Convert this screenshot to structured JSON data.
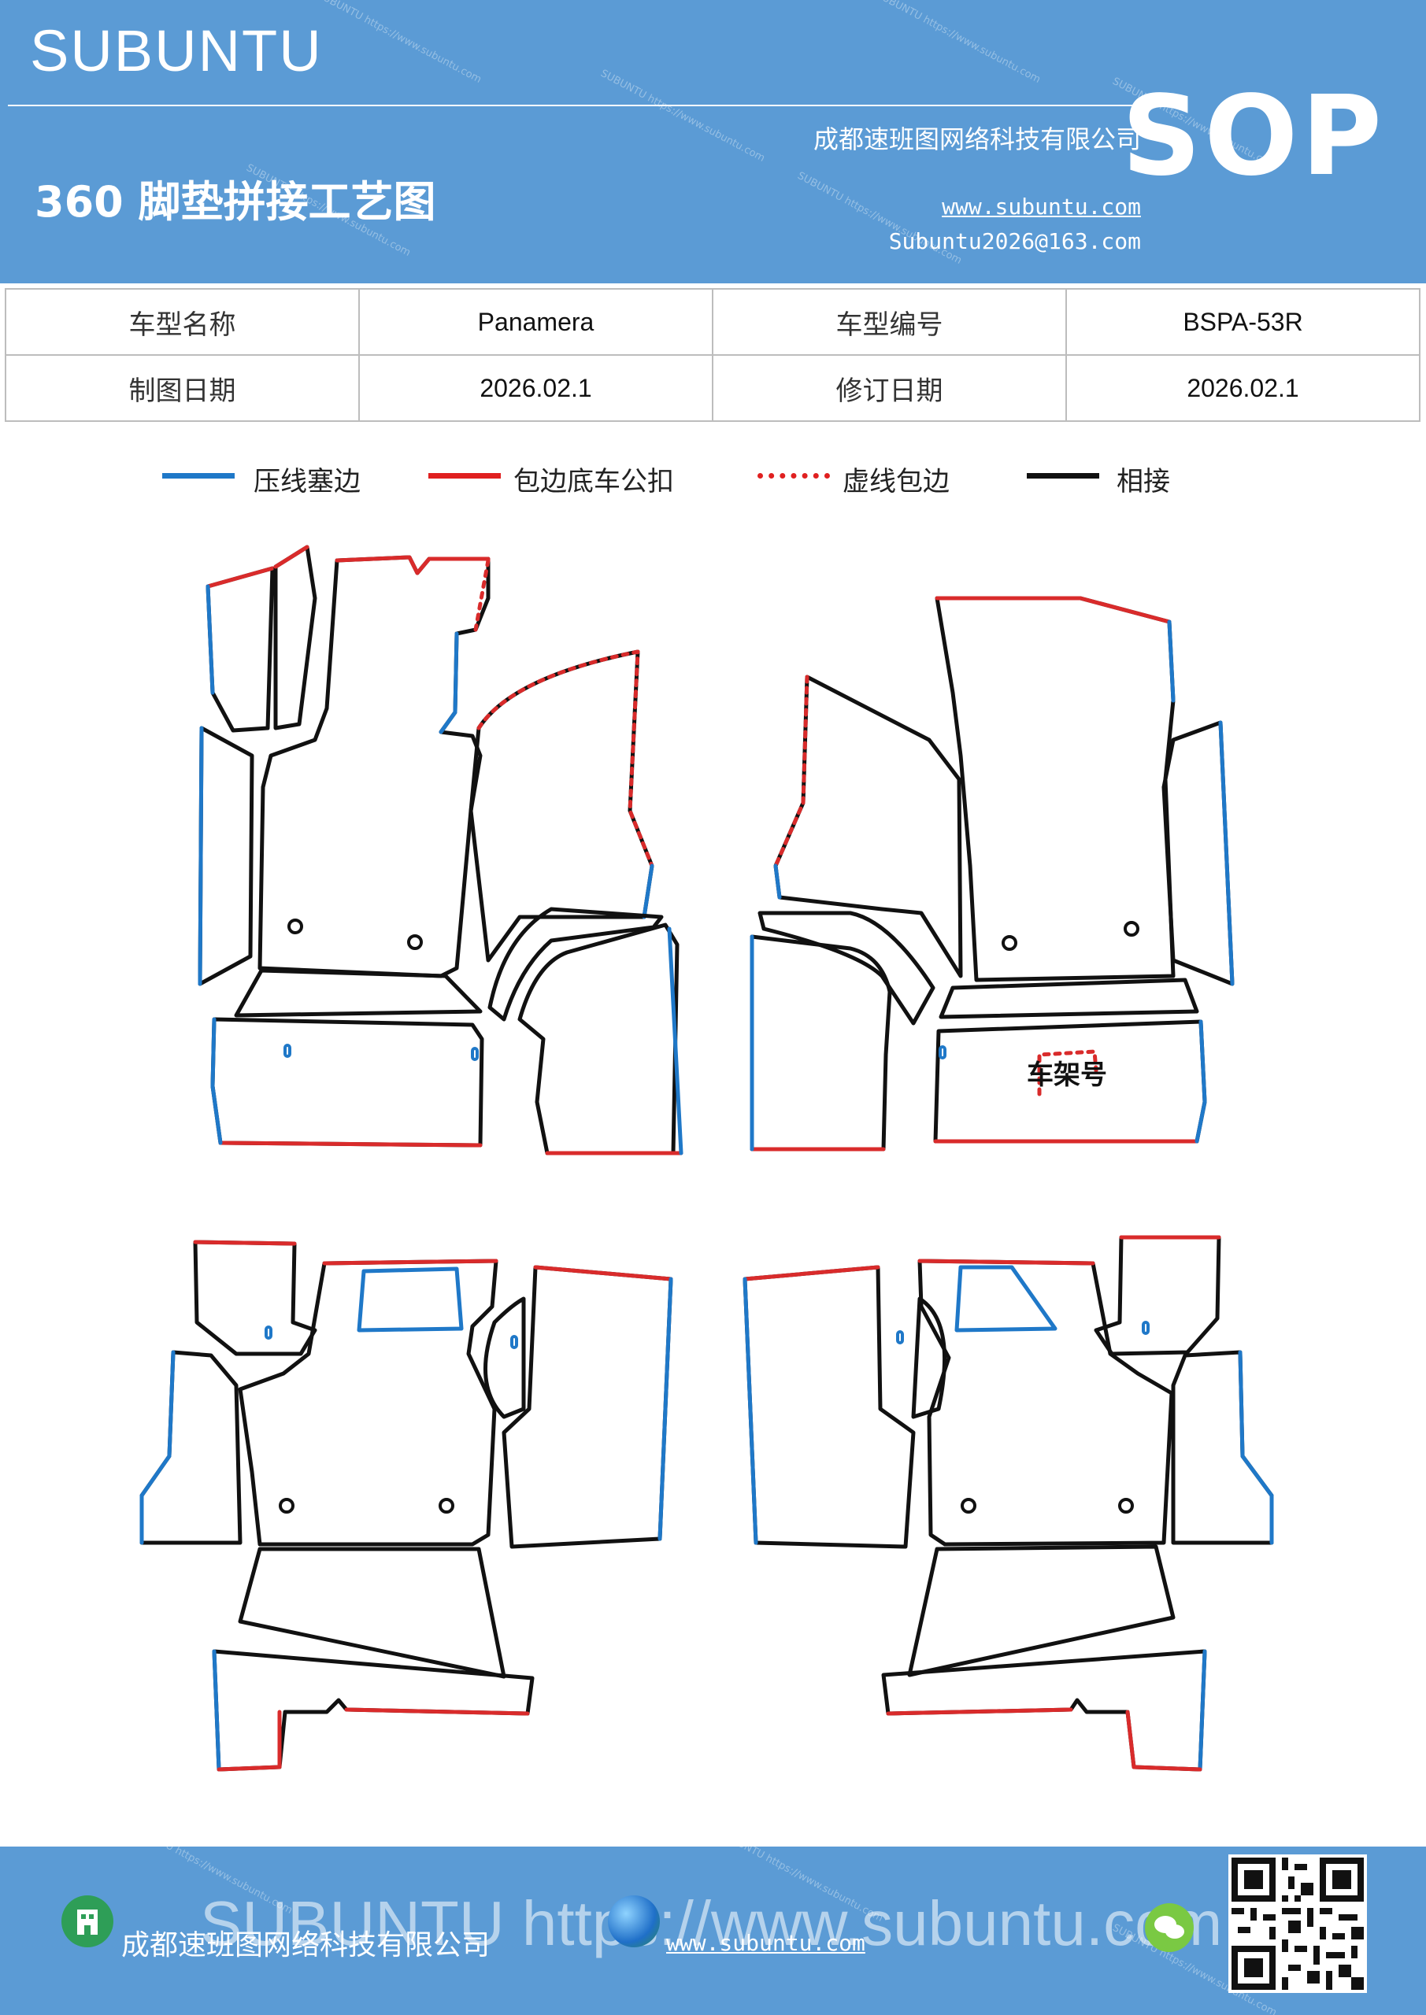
{
  "header": {
    "brand": "SUBUNTU",
    "title": "360 脚垫拼接工艺图",
    "company": "成都速班图网络科技有限公司",
    "website": "www.subuntu.com",
    "email": "Subuntu2026@163.com",
    "sop": "SOP",
    "watermark": "SUBUNTU https://www.subuntu.com"
  },
  "info": {
    "model_name_label": "车型名称",
    "model_name": "Panamera",
    "model_code_label": "车型编号",
    "model_code": "BSPA-53R",
    "draw_date_label": "制图日期",
    "draw_date": "2026.02.1",
    "revise_date_label": "修订日期",
    "revise_date": "2026.02.1"
  },
  "legend": [
    {
      "label": "压线塞边",
      "color": "#1f78c8",
      "style": "solid"
    },
    {
      "label": "包边底车公扣",
      "color": "#e02020",
      "style": "solid"
    },
    {
      "label": "虚线包边",
      "color": "#e02020",
      "style": "dashed"
    },
    {
      "label": "相接",
      "color": "#111111",
      "style": "solid"
    }
  ],
  "drawing": {
    "vin_label": "车架号",
    "colors": {
      "blue": "#1f78c8",
      "red": "#d92b2b",
      "black": "#111111"
    }
  },
  "footer": {
    "company": "成都速班图网络科技有限公司",
    "website": "www.subuntu.com",
    "watermark": "SUBUNTU https://www.subuntu.com"
  }
}
